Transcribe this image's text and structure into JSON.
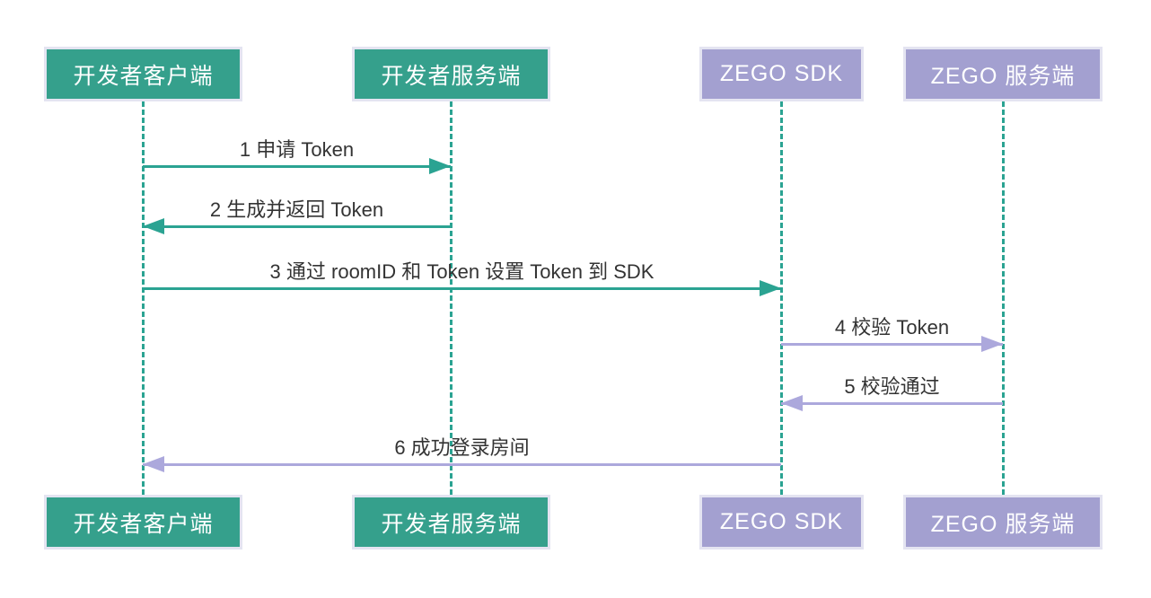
{
  "diagram": {
    "type": "sequence",
    "participants": [
      {
        "id": "developer-client",
        "label": "开发者客户端",
        "fill": "#35a08c"
      },
      {
        "id": "developer-server",
        "label": "开发者服务端",
        "fill": "#35a08c"
      },
      {
        "id": "zego-sdk",
        "label": "ZEGO SDK",
        "fill": "#a3a0d0"
      },
      {
        "id": "zego-server",
        "label": "ZEGO 服务端",
        "fill": "#a3a0d0"
      }
    ],
    "messages": [
      {
        "seq": "1",
        "label": "1 申请 Token",
        "from": "developer-client",
        "to": "developer-server",
        "direction": "right",
        "color": "#2ba392"
      },
      {
        "seq": "2",
        "label": "2 生成并返回 Token",
        "from": "developer-server",
        "to": "developer-client",
        "direction": "left",
        "color": "#2ba392"
      },
      {
        "seq": "3",
        "label": "3 通过 roomID 和 Token 设置 Token 到 SDK",
        "from": "developer-client",
        "to": "zego-sdk",
        "direction": "right",
        "color": "#2ba392"
      },
      {
        "seq": "4",
        "label": "4 校验 Token",
        "from": "zego-sdk",
        "to": "zego-server",
        "direction": "right",
        "color": "#aca8dc"
      },
      {
        "seq": "5",
        "label": "5 校验通过",
        "from": "zego-server",
        "to": "zego-sdk",
        "direction": "left",
        "color": "#aca8dc"
      },
      {
        "seq": "6",
        "label": "6 成功登录房间",
        "from": "zego-sdk",
        "to": "developer-client",
        "direction": "left",
        "color": "#aca8dc"
      }
    ],
    "colors": {
      "participant_green": "#35a08c",
      "participant_purple": "#a3a0d0",
      "arrow_green": "#2ba392",
      "arrow_purple": "#aca8dc",
      "lifeline": "#2ba392",
      "box_border": "#e4e4f1",
      "label_text": "#333333",
      "background": "#ffffff"
    }
  }
}
